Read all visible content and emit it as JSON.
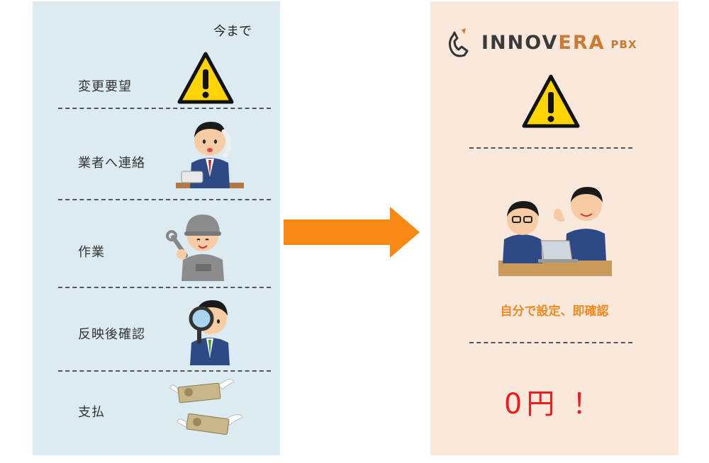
{
  "left": {
    "title": "今まで",
    "steps": [
      {
        "label": "変更要望",
        "icon": "warning-icon"
      },
      {
        "label": "業者へ連絡",
        "icon": "phone-call-person"
      },
      {
        "label": "作業",
        "icon": "worker-with-wrench"
      },
      {
        "label": "反映後確認",
        "icon": "magnifying-glass-person"
      },
      {
        "label": "支払",
        "icon": "flying-money"
      }
    ]
  },
  "right": {
    "brand": {
      "name_a": "INNOV",
      "name_b": "ERA",
      "suffix": "PBX"
    },
    "caption": "自分で設定、即確認",
    "cost": "0円 ！"
  },
  "colors": {
    "left_bg": "#dcebf2",
    "right_bg": "#fbe8dc",
    "arrow": "#f78a14",
    "caption": "#ef8a1e",
    "cost": "#ee1c1c",
    "brand_accent": "#c97b36"
  }
}
